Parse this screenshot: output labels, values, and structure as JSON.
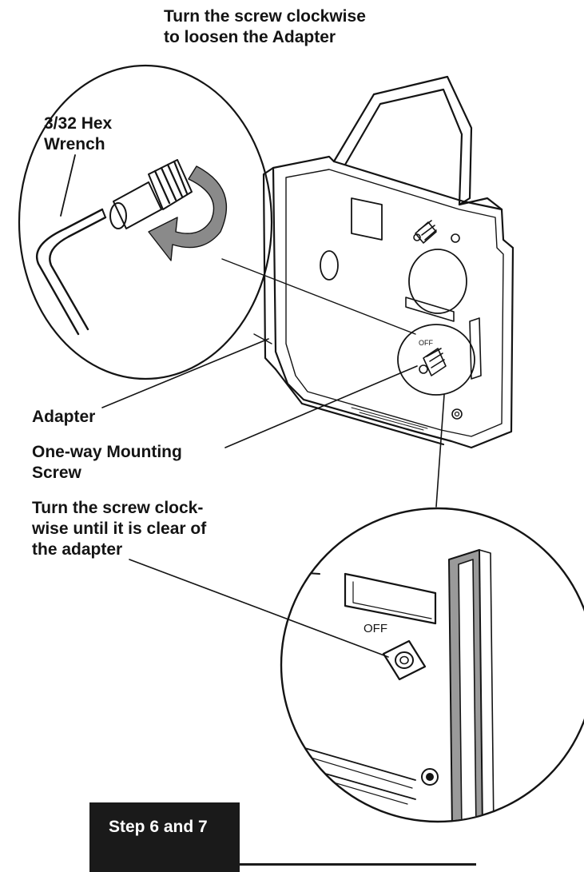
{
  "labels": {
    "top_instruction": "Turn the screw clockwise\nto loosen the Adapter",
    "hex_wrench": "3/32 Hex\nWrench",
    "adapter": "Adapter",
    "mounting_screw": "One-way Mounting\nScrew",
    "clear_instruction": "Turn the screw clock-\nwise until it is clear of\nthe adapter",
    "off_marking": "OFF"
  },
  "footer": {
    "step": "Step 6 and 7"
  },
  "colors": {
    "ink": "#141414",
    "arrow_gray": "#8a8a8a",
    "panel_gray": "#9a9a9a",
    "background": "#ffffff"
  }
}
